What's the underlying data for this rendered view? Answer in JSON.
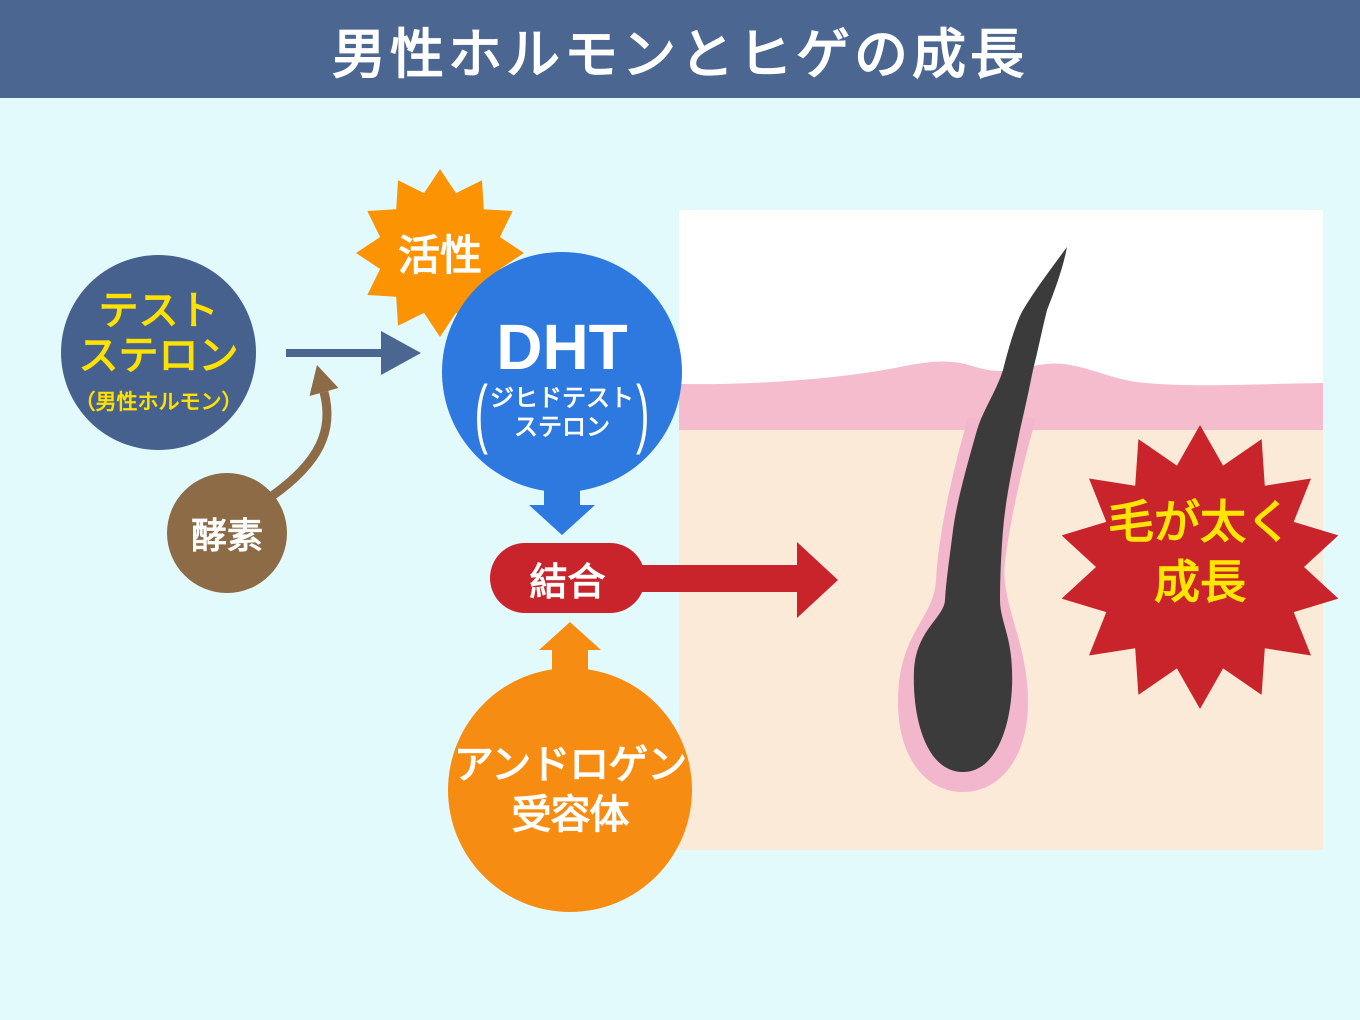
{
  "title": "男性ホルモンとヒゲの成長",
  "nodes": {
    "testosterone": {
      "line1": "テスト",
      "line2": "ステロン",
      "sub": "（男性ホルモン）"
    },
    "enzyme": {
      "label": "酵素"
    },
    "activation": {
      "label": "活性"
    },
    "dht": {
      "label": "DHT",
      "paren_open": "(",
      "sub_line1": "ジヒドテスト",
      "sub_line2": "ステロン",
      "paren_close": ")"
    },
    "binding": {
      "label": "結合"
    },
    "receptor": {
      "line1": "アンドロゲン",
      "line2": "受容体"
    },
    "result": {
      "line1": "毛が太く",
      "line2": "成長"
    }
  },
  "colors": {
    "header_bg": "#4a6691",
    "background": "#e3fafd",
    "testosterone_circle": "#47618e",
    "text_yellow": "#ffe100",
    "enzyme_brown": "#8c6b46",
    "orange": "#fb9303",
    "receptor_orange": "#f68d12",
    "dht_blue": "#2d79e0",
    "red": "#c9242c",
    "result_text_yellow": "#ffe600",
    "skin_pink": "#f5bccd",
    "follicle_pink": "#f2b7cd",
    "skin_peach": "#fcead8",
    "hair_dark": "#3b3b3b",
    "slate_arrow": "#4a6691",
    "white_skin": "#ffffff"
  }
}
